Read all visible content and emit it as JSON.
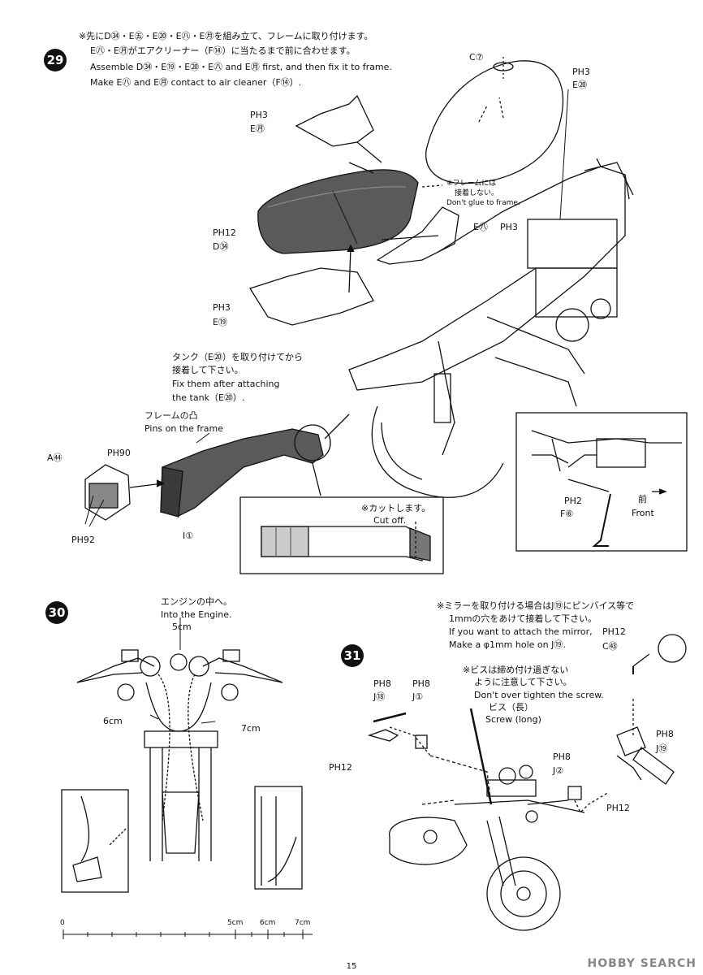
{
  "step29": {
    "number": "29",
    "line_jp1": "※先にD㉞・E㊄・E⑳・E㊇・E㊊を組み立て、フレームに取り付けます。",
    "line_jp2": "E㊇・E㊊がエアクリーナー（F⑭）に当たるまで前に合わせます。",
    "line_en1": "Assemble D㉞・E⑲・E⑳・E㊇ and E㊊ first, and then fix it to frame.",
    "line_en2": "Make E㊇ and E㊊ contact to air cleaner（F⑭）.",
    "labels": {
      "c77": "C⑦",
      "ph3_tank": "PH3",
      "e80_tank": "E⑳",
      "ph3_e83": "PH3",
      "e83": "E㊊",
      "frame_note_jp": "※フレームには",
      "frame_note_jp2": "接着しない。",
      "frame_note_en": "Don't glue to frame.",
      "ph12_seat": "PH12",
      "d34": "D㉞",
      "e82": "E㊇",
      "ph3_e82": "PH3",
      "ph3_e79": "PH3",
      "e79": "E⑲",
      "tank_note_jp1": "タンク（E⑳）を取り付けてから",
      "tank_note_jp2": "接着して下さい。",
      "tank_note_en1": "Fix them after attaching",
      "tank_note_en2": "the tank（E⑳）.",
      "pins_jp": "フレームの凸",
      "pins_en": "Pins on the frame",
      "a84": "A㊹",
      "ph90": "PH90",
      "ph92": "PH92",
      "i1": "I①",
      "cut_jp": "※カットします。",
      "cut_en": "Cut off.",
      "ph2_stand": "PH2",
      "f6": "F⑥",
      "front_jp": "前",
      "front_en": "Front"
    }
  },
  "step30": {
    "number": "30",
    "into_jp": "エンジンの中へ。",
    "into_en": "Into the Engine.",
    "len_5cm": "5cm",
    "len_6cm": "6cm",
    "len_7cm": "7cm",
    "ruler": [
      "0",
      "5cm",
      "6cm",
      "7cm"
    ]
  },
  "step31": {
    "number": "31",
    "mirror_jp1": "※ミラーを取り付ける場合はJ⑲にピンバイス等で",
    "mirror_jp2": "1mmの穴をあけて接着して下さい。",
    "mirror_en1": "If you want to attach the mirror,",
    "mirror_en2": "Make a φ1mm hole on J⑲.",
    "screw_jp1": "※ビスは締め付け過ぎない",
    "screw_jp2": "ように注意して下さい。",
    "screw_en": "Don't over tighten the screw.",
    "screw_name_jp": "ビス（長）",
    "screw_name_en": "Screw (long)",
    "labels": {
      "ph12_mirror": "PH12",
      "c73": "C㊸",
      "ph8_j18": "PH8",
      "j18": "J⑱",
      "ph8_j1": "PH8",
      "j1": "J①",
      "ph12_left": "PH12",
      "ph8_j2": "PH8",
      "j2": "J②",
      "ph8_j19": "PH8",
      "j19": "J⑲",
      "ph12_right": "PH12"
    }
  },
  "page_number": "15",
  "watermark": "HOBBY SEARCH"
}
